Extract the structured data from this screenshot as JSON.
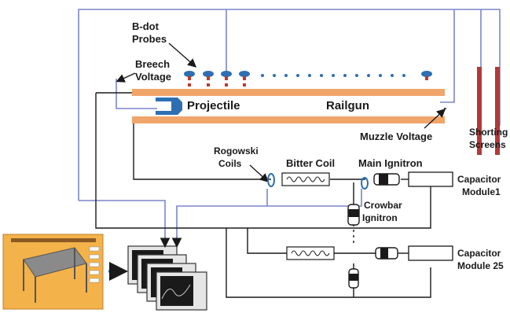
{
  "labels": {
    "bdot": [
      "B-dot",
      "Probes"
    ],
    "breech": [
      "Breech",
      "Voltage"
    ],
    "projectile": "Projectile",
    "railgun": "Railgun",
    "muzzle": "Muzzle Voltage",
    "shorting": [
      "Shorting",
      "Screens"
    ],
    "rogowski": [
      "Rogowski",
      "Coils"
    ],
    "bitter": "Bitter Coil",
    "main_ignitron": "Main Ignitron",
    "crowbar": [
      "Crowbar",
      "Ignitron"
    ],
    "cap1": [
      "Capacitor",
      "Module1"
    ],
    "cap25": [
      "Capacitor",
      "Module 25"
    ]
  },
  "colors": {
    "rail": "#f0a56a",
    "wire_blue": "#7b86c9",
    "wire_black": "#1a1a1a",
    "probe": "#2e6fb3",
    "probe_dot": "#c0392b",
    "projectile": "#2e6fb3",
    "screen": "#b03a3a",
    "monitor_bg": "#f3b24a"
  },
  "icons": [
    "bdot-probe-icon",
    "projectile-icon",
    "bitter-coil-icon",
    "ignitron-icon",
    "capacitor-module-icon",
    "rogowski-coil-icon",
    "shorting-screen-icon",
    "computer-screen-icon",
    "oscilloscope-icon"
  ]
}
